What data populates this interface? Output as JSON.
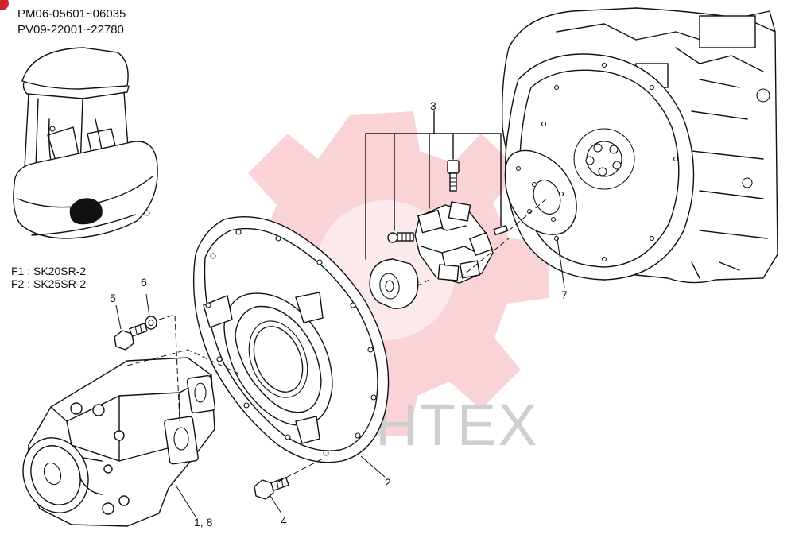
{
  "serials": [
    "PM06-05601~06035",
    "PV09-22001~22780"
  ],
  "models": [
    "F1 :  SK20SR-2",
    "F2 :  SK25SR-2"
  ],
  "watermark": "КИНТЕХ",
  "callouts": {
    "part_1_8": "1, 8",
    "part_2": "2",
    "part_3": "3",
    "part_4": "4",
    "part_5": "5",
    "part_6": "6",
    "part_7": "7"
  },
  "colors": {
    "watermark_red": "#e8606a",
    "line": "#111111",
    "corner_marker": "#d2232a"
  }
}
